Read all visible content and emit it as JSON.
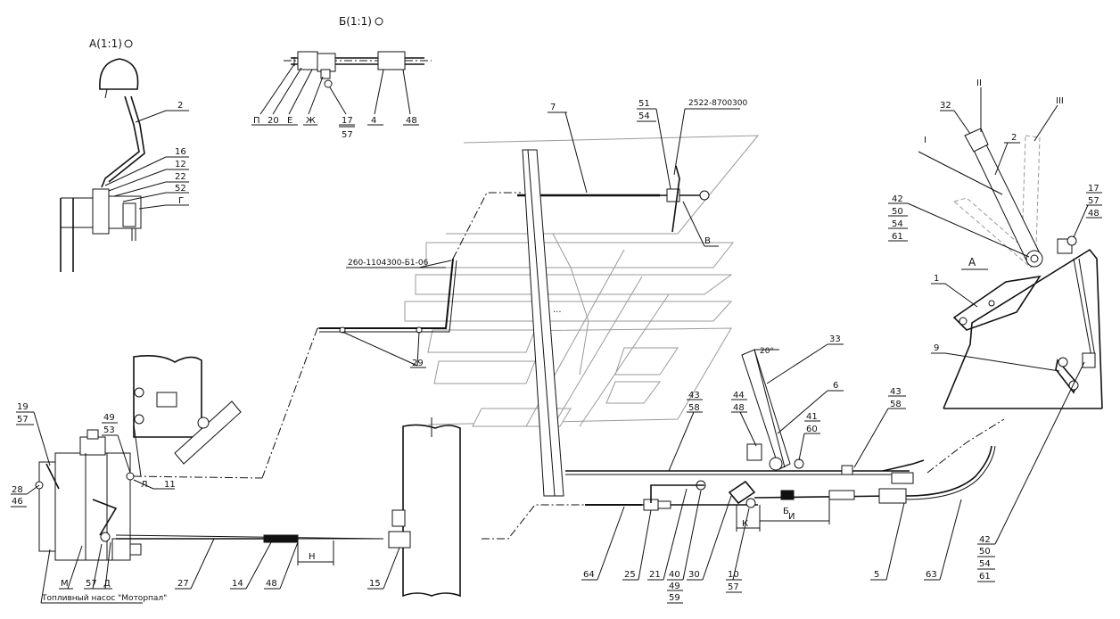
{
  "views": {
    "view_a": "А(1:1)",
    "view_b": "Б(1:1)",
    "callout_a": "А",
    "callout_b": "Б",
    "callout_v": "В",
    "roman_1": "I",
    "roman_2": "II",
    "roman_3": "III"
  },
  "dims": {
    "angle": "20°",
    "n_left": "Н",
    "i": "И",
    "k": "К",
    "dots": "..."
  },
  "caption": "Топливный насос \"Моторпал\"",
  "part_numbers": {
    "pn1": "2522-8700300",
    "pn2": "260-1104300-Б1-06"
  },
  "labels": {
    "a2": "2",
    "a16": "16",
    "a12": "12",
    "a22": "22",
    "a52": "52",
    "aG": "Г",
    "bP": "П",
    "b20": "20",
    "bE": "Е",
    "bZh": "Ж",
    "b17": "17",
    "b57": "57",
    "b4": "4",
    "b48": "48",
    "c7": "7",
    "c51": "51",
    "c54": "54",
    "c29": "29",
    "d19": "19",
    "d57a": "57",
    "d28": "28",
    "d46": "46",
    "d49": "49",
    "d53": "53",
    "dL": "Л",
    "d11": "11",
    "dM": "М",
    "d57b": "57",
    "dD": "Д",
    "d27": "27",
    "d14": "14",
    "d48": "48",
    "d15": "15",
    "e43a": "43",
    "e58a": "58",
    "e44": "44",
    "e48": "48",
    "e33": "33",
    "e6": "6",
    "e41": "41",
    "e60": "60",
    "e43b": "43",
    "e58b": "58",
    "f64": "64",
    "f25": "25",
    "f21": "21",
    "f40": "40",
    "f49": "49",
    "f59": "59",
    "f30": "30",
    "f10": "10",
    "f57": "57",
    "f5": "5",
    "f63": "63",
    "g32": "32",
    "g2": "2",
    "g42": "42",
    "g50": "50",
    "g54": "54",
    "g61": "61",
    "g17": "17",
    "g57": "57",
    "g48": "48",
    "g1": "1",
    "g9": "9",
    "h42": "42",
    "h50": "50",
    "h54": "54",
    "h61": "61"
  }
}
